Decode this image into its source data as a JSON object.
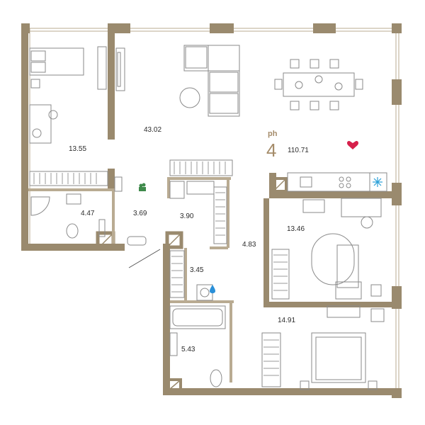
{
  "plan": {
    "type_prefix": "ph",
    "rooms_count": "4",
    "total_area": "110.71"
  },
  "rooms": [
    {
      "id": "bedroom-nw",
      "area": "13.55"
    },
    {
      "id": "living",
      "area": "43.02"
    },
    {
      "id": "bath-small",
      "area": "4.47"
    },
    {
      "id": "hall-a",
      "area": "3.69"
    },
    {
      "id": "wardrobe",
      "area": "3.90"
    },
    {
      "id": "corridor",
      "area": "4.83"
    },
    {
      "id": "laundry",
      "area": "3.45"
    },
    {
      "id": "bedroom-mid",
      "area": "13.46"
    },
    {
      "id": "bedroom-se",
      "area": "14.91"
    },
    {
      "id": "bath-large",
      "area": "5.43"
    }
  ],
  "colors": {
    "wall": "#9a8a6e",
    "thin_wall": "#b9ab92",
    "furniture": "#8a8a8a",
    "accent_text": "#a58c6a",
    "heart": "#d6204b",
    "snow": "#2aa0d8",
    "drop": "#2a8fd8",
    "plant": "#3f8a4b"
  },
  "icons": [
    "heart-icon",
    "snowflake-icon",
    "water-drop-icon",
    "plant-icon"
  ]
}
